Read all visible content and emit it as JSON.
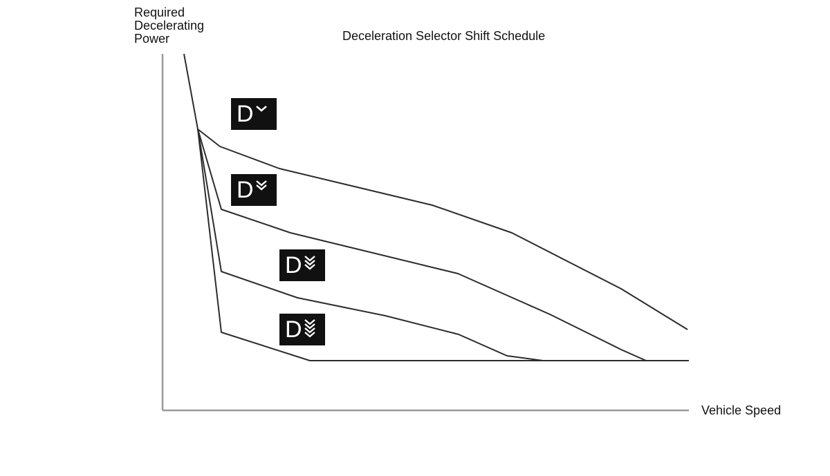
{
  "diagram": {
    "title": "Deceleration Selector Shift Schedule",
    "y_axis_label": [
      "Required",
      "Decelerating",
      "Power"
    ],
    "x_axis_label": "Vehicle Speed",
    "colors": {
      "curve": "#2b2b2b",
      "axis": "#9a9a9a",
      "badge_background": "#111111",
      "badge_foreground": "#ffffff"
    },
    "deceleration_levels": [
      {
        "letter": "D",
        "icon": "single-chevron-down-icon",
        "chevrons": 1
      },
      {
        "letter": "D",
        "icon": "double-chevron-down-icon",
        "chevrons": 2
      },
      {
        "letter": "D",
        "icon": "triple-chevron-down-icon",
        "chevrons": 3
      },
      {
        "letter": "D",
        "icon": "quadruple-chevron-down-icon",
        "chevrons": 4
      }
    ]
  }
}
